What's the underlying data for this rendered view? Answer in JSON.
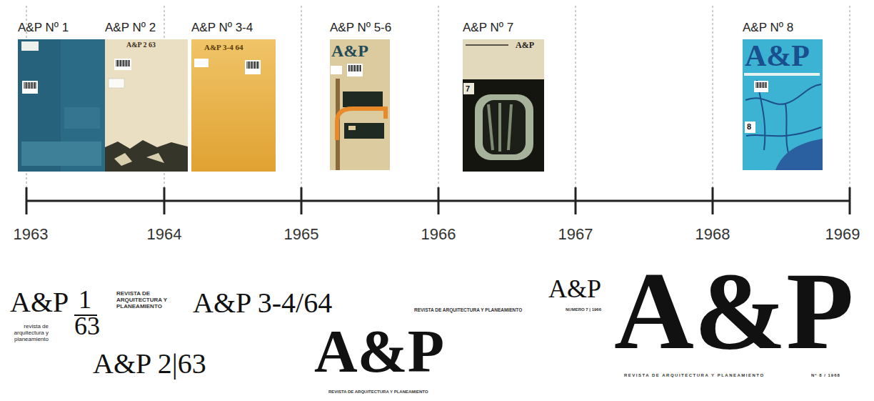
{
  "diagram": {
    "nodes": [
      {
        "text": [
          "A&P Nº 1"
        ]
      },
      {
        "text": [
          "A&P Nº 2",
          "A&P 2 63"
        ]
      },
      {
        "text": [
          "A&P Nº 3-4",
          "A&P 3-4 64"
        ]
      },
      {
        "text": [
          "A&P Nº 5-6",
          "A&P"
        ]
      },
      {
        "text": [
          "A&P Nº 7",
          "A&P",
          "7"
        ]
      },
      {
        "text": [
          "A&P Nº 8",
          "A&P",
          "8"
        ]
      }
    ],
    "labels": [
      "1963",
      "1964",
      "1965",
      "1966",
      "1967",
      "1968",
      "1969",
      "A&P",
      "1",
      "63",
      "revista de arquitectura y planeamiento",
      "REVISTA DE ARQUITECTURA Y PLANEAMIENTO",
      "A&P 3-4/64",
      "A&P 2|63",
      "A&P",
      "REVISTA DE ARQUITECTURA Y PLANEAMIENTO",
      "REVISTA DE ARQUITECTURA Y PLANEAMIENTO",
      "A&P",
      "NUMERO 7 | 1966",
      "A&P",
      "REVISTA DE ARQUITECTURA Y PLANEAMIENTO",
      "Nº 8 / 1968"
    ]
  }
}
